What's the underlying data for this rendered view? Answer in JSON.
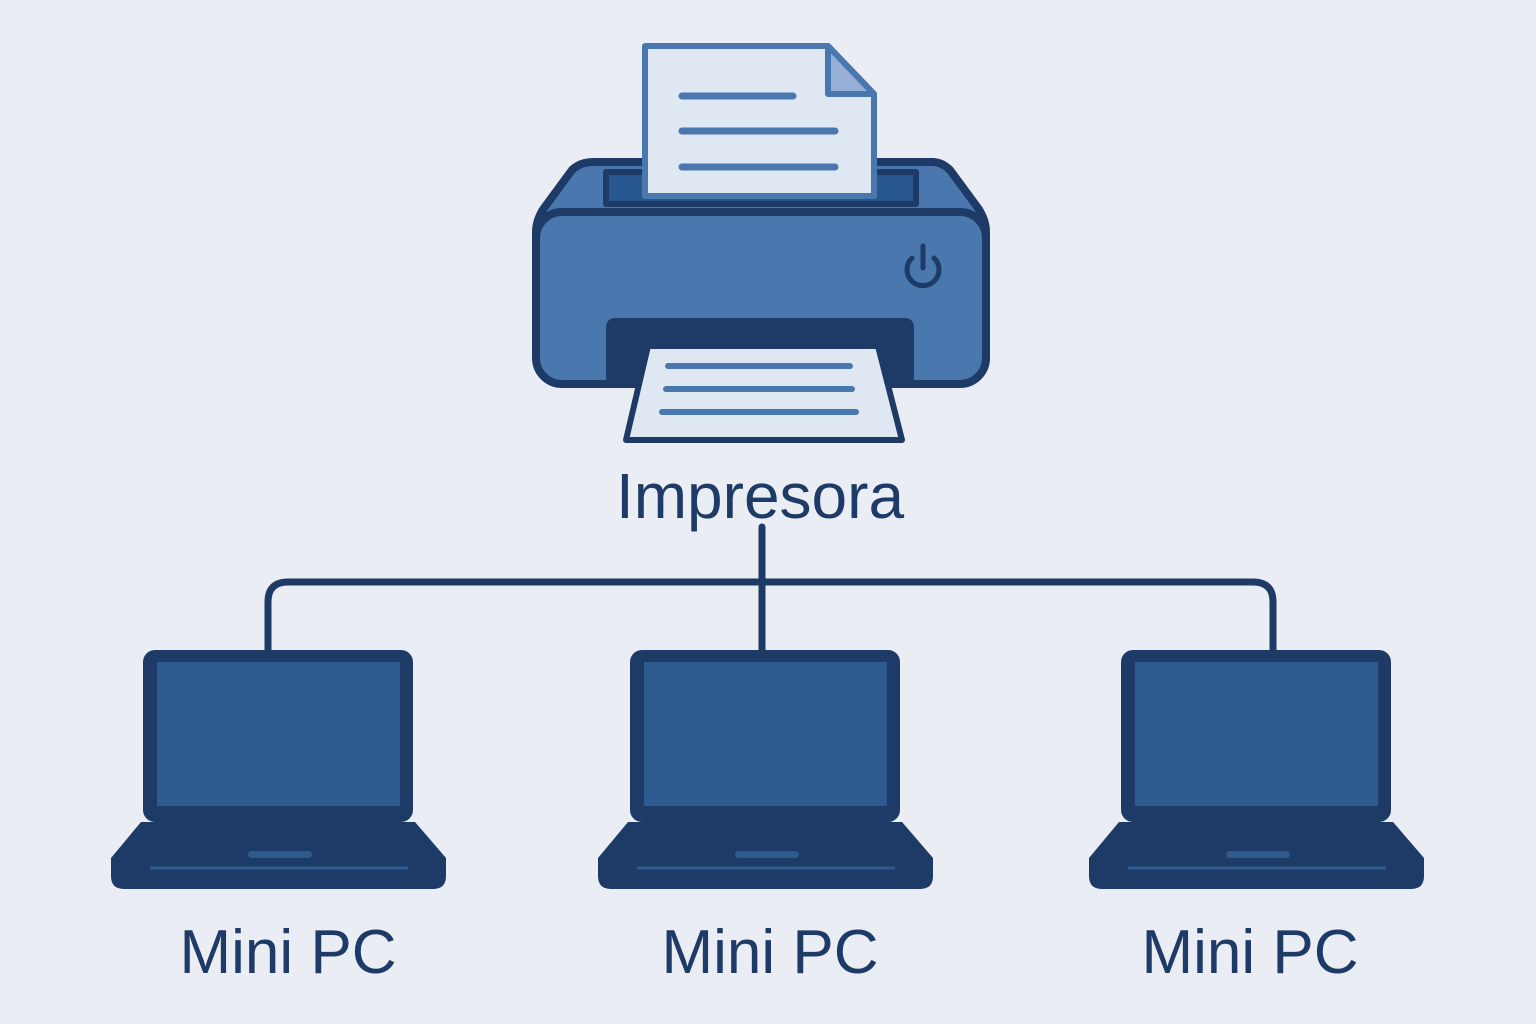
{
  "colors": {
    "background": "#eaedf3",
    "outline": "#1e3a66",
    "printer_body": "#4a77ae",
    "printer_slot": "#28568f",
    "paper": "#dfe7f3",
    "paper_fold": "#97b0d6",
    "paper_lines": "#4a77ae",
    "laptop_screen": "#2e5a8f",
    "laptop_base": "#1e3a66",
    "connector": "#1e3a66"
  },
  "printer": {
    "label": "Impresora",
    "icon": "printer-icon",
    "power_icon": "power-icon"
  },
  "computers": [
    {
      "label": "Mini PC",
      "icon": "laptop-icon"
    },
    {
      "label": "Mini PC",
      "icon": "laptop-icon"
    },
    {
      "label": "Mini PC",
      "icon": "laptop-icon"
    }
  ]
}
